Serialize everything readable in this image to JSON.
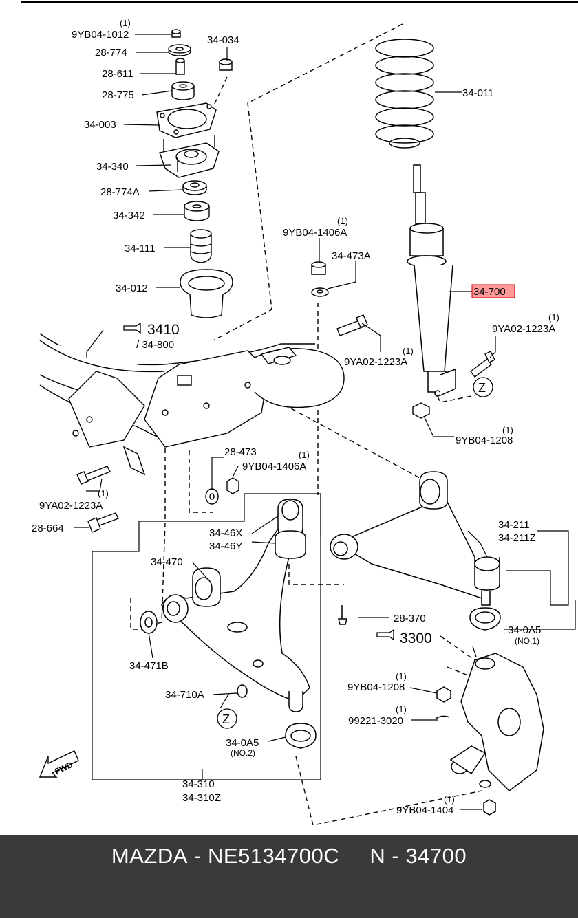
{
  "parts": {
    "p_9yb04_1012": {
      "number": "9YB04-1012",
      "qty": "(1)"
    },
    "p_28_774": {
      "number": "28-774"
    },
    "p_28_611": {
      "number": "28-611"
    },
    "p_28_775": {
      "number": "28-775"
    },
    "p_34_003": {
      "number": "34-003"
    },
    "p_34_340": {
      "number": "34-340"
    },
    "p_28_774a": {
      "number": "28-774A"
    },
    "p_34_342": {
      "number": "34-342"
    },
    "p_34_111": {
      "number": "34-111"
    },
    "p_34_012": {
      "number": "34-012"
    },
    "p_34_034": {
      "number": "34-034"
    },
    "p_9yb04_1406a_top": {
      "number": "9YB04-1406A",
      "qty": "(1)"
    },
    "p_34_473a": {
      "number": "34-473A"
    },
    "p_9ya02_1223a_mid": {
      "number": "9YA02-1223A",
      "qty": "(1)"
    },
    "p_34_011": {
      "number": "34-011"
    },
    "p_34_700": {
      "number": "34-700",
      "highlight": "#ff9a9a"
    },
    "p_9ya02_1223a_right": {
      "number": "9YA02-1223A",
      "qty": "(1)"
    },
    "p_9yb04_1208_top": {
      "number": "9YB04-1208",
      "qty": "(1)"
    },
    "p_28_473": {
      "number": "28-473"
    },
    "p_9yb04_1406a_low": {
      "number": "9YB04-1406A",
      "qty": "(1)"
    },
    "p_9ya02_1223a_left": {
      "number": "9YA02-1223A",
      "qty": "(1)"
    },
    "p_28_664": {
      "number": "28-664"
    },
    "p_34_46x": {
      "number": "34-46X"
    },
    "p_34_46y": {
      "number": "34-46Y"
    },
    "p_34_470": {
      "number": "34-470"
    },
    "p_34_471b": {
      "number": "34-471B"
    },
    "p_34_710a": {
      "number": "34-710A"
    },
    "p_34_0a5_no2": {
      "number": "34-0A5",
      "note": "(NO.2)"
    },
    "p_34_310": {
      "number": "34-310"
    },
    "p_34_310z": {
      "number": "34-310Z"
    },
    "p_34_211": {
      "number": "34-211"
    },
    "p_34_211z": {
      "number": "34-211Z"
    },
    "p_28_370": {
      "number": "28-370"
    },
    "p_34_0a5_no1": {
      "number": "34-0A5",
      "note": "(NO.1)"
    },
    "p_9yb04_1208_low": {
      "number": "9YB04-1208",
      "qty": "(1)"
    },
    "p_99221_3020": {
      "number": "99221-3020",
      "qty": "(1)"
    },
    "p_9yb04_1404": {
      "number": "9YB04-1404",
      "qty": "(1)"
    }
  },
  "refs": {
    "ref_3410": {
      "number": "3410",
      "sub": "/ 34-800"
    },
    "ref_3300": {
      "number": "3300"
    }
  },
  "markers": {
    "z_upper": "Z",
    "z_lower": "Z",
    "fwd": "FWD"
  },
  "footer": {
    "brand": "MAZDA",
    "sep1": "-",
    "oem": "NE5134700C",
    "n_label": "N",
    "sep2": "-",
    "n_value": "34700"
  }
}
